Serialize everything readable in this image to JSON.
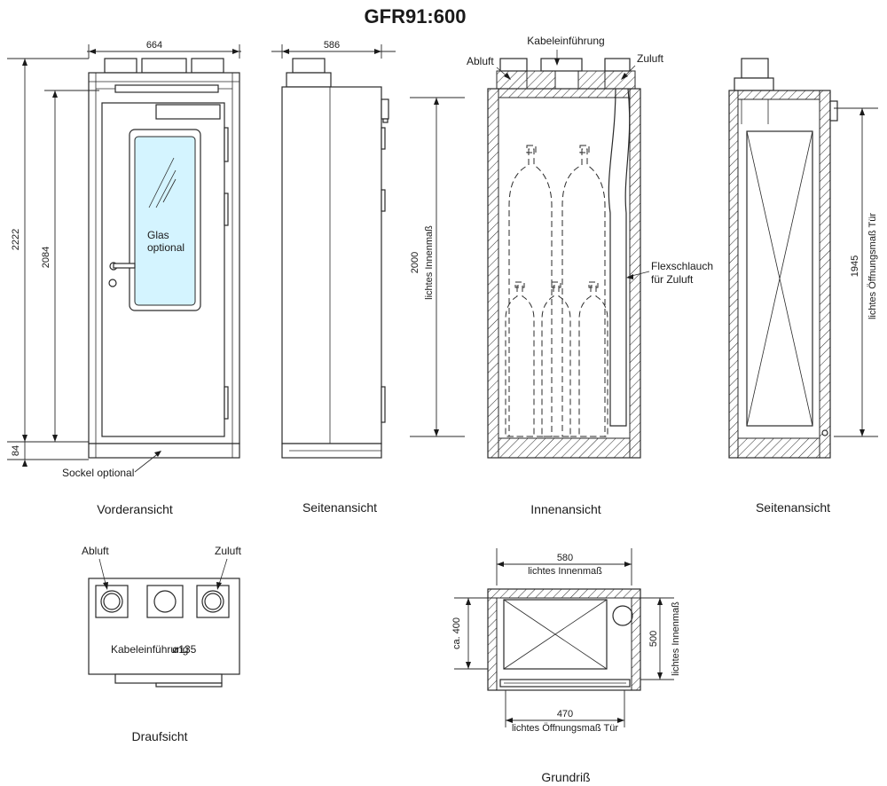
{
  "title": "GFR91:600",
  "views": {
    "front": {
      "caption": "Vorderansicht",
      "width_dim": "664",
      "height_total": "2222",
      "height_body": "2084",
      "height_base": "84",
      "glass_label_1": "Glas",
      "glass_label_2": "optional",
      "base_label": "Sockel optional"
    },
    "side": {
      "caption": "Seitenansicht",
      "depth_dim": "586"
    },
    "interior": {
      "caption": "Innenansicht",
      "label_exhaust": "Abluft",
      "label_cable": "Kabeleinführung",
      "label_supply": "Zuluft",
      "label_hose_1": "Flexschlauch",
      "label_hose_2": "für Zuluft",
      "height_dim": "2000",
      "height_dim_label": "lichtes Innenmaß"
    },
    "side2": {
      "caption": "Seitenansicht",
      "door_dim": "1945",
      "door_dim_label": "lichtes Öffnungsmaß Tür"
    },
    "top": {
      "caption": "Draufsicht",
      "label_exhaust": "Abluft",
      "label_supply": "Zuluft",
      "label_cable": "Kabeleinführung",
      "label_diameter": "ø135"
    },
    "plan": {
      "caption": "Grundriß",
      "width_dim": "580",
      "width_label": "lichtes Innenmaß",
      "depth_dim": "500",
      "depth_label": "lichtes Innenmaß",
      "left_dim": "ca. 400",
      "door_dim": "470",
      "door_label": "lichtes Öffnungsmaß Tür"
    }
  }
}
